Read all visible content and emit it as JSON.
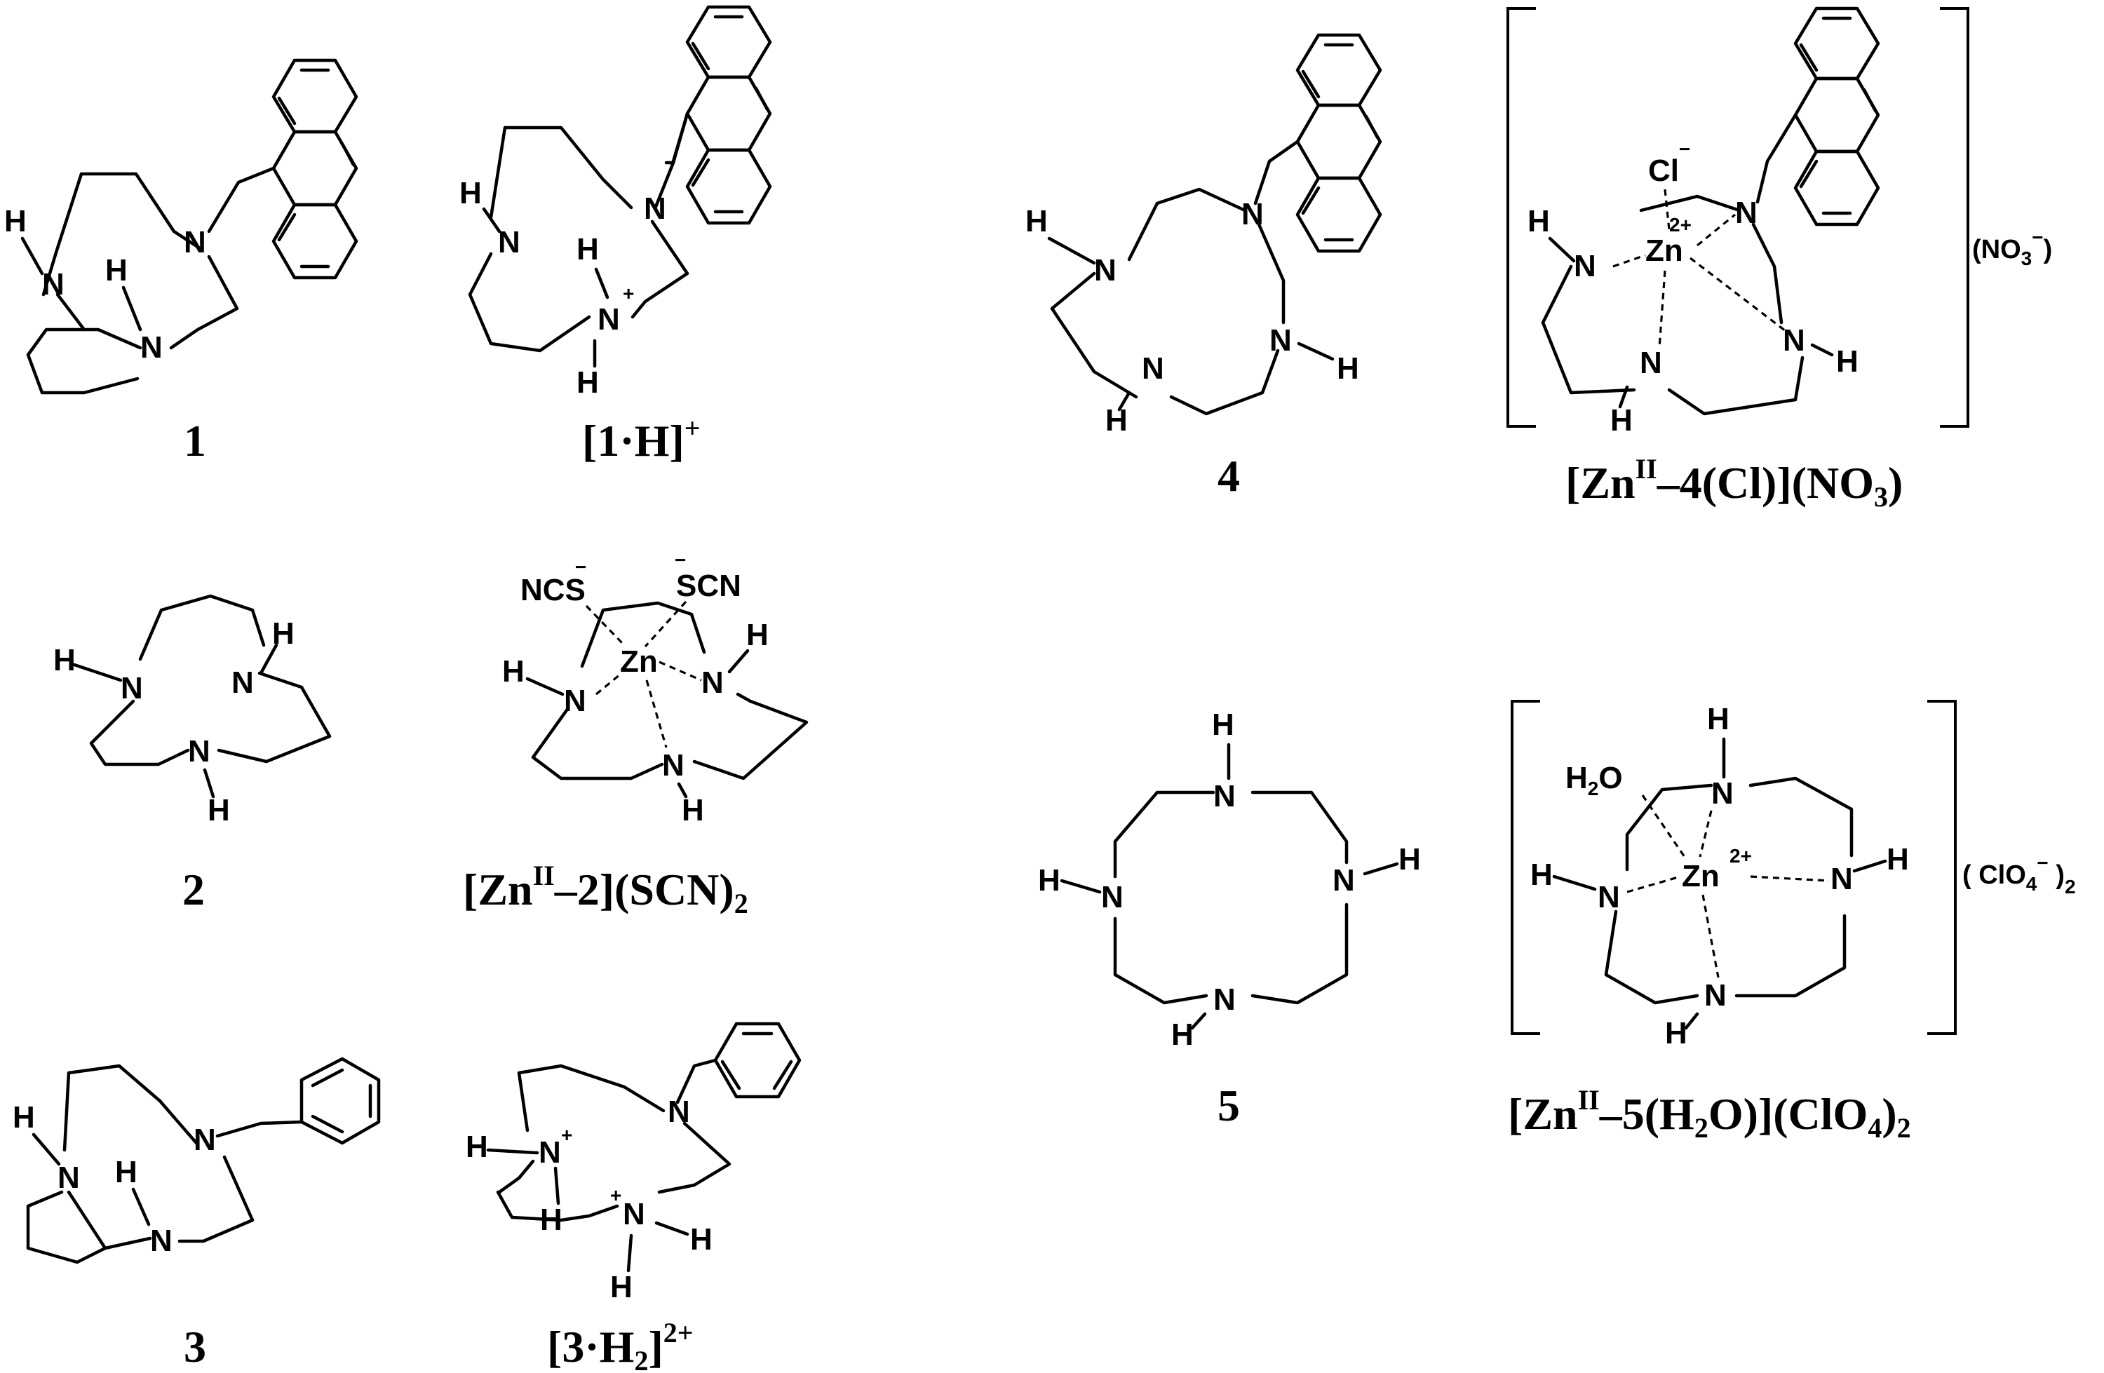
{
  "compounds": [
    {
      "label": "1"
    },
    {
      "label": "[1·H]",
      "charge": "+"
    },
    {
      "label": "2"
    },
    {
      "label": "[Zn",
      "sup": "II",
      "rest": "–2](SCN)",
      "sub": "2"
    },
    {
      "label": "3"
    },
    {
      "label": "[3·H",
      "sub": "2",
      "rest": "]",
      "sup": "2+"
    },
    {
      "label": "4"
    },
    {
      "label": "[Zn",
      "sup": "II",
      "rest": "–4(Cl)](NO",
      "sub": "3",
      "tail": ")"
    },
    {
      "label": "5"
    },
    {
      "label": "[Zn",
      "sup": "II",
      "rest": "–5(H",
      "sub": "2",
      "tail": "O)](ClO",
      "sub2": "4",
      "tail2": ")",
      "sub3": "2"
    }
  ],
  "atoms": {
    "N": "N",
    "H": "H",
    "Zn": "Zn",
    "plus": "+",
    "minus": "−",
    "zn_charge": "2+",
    "ncs": "NCS",
    "scn": "SCN",
    "cl": "Cl",
    "h2o": "H",
    "h2o_sub": "2",
    "h2o_o": "O"
  },
  "counterions": {
    "no3": "NO",
    "no3_sub": "3",
    "no3_sup": "−",
    "clo4": "ClO",
    "clo4_sub": "4",
    "clo4_sup": "−",
    "clo4_mult": "2"
  }
}
